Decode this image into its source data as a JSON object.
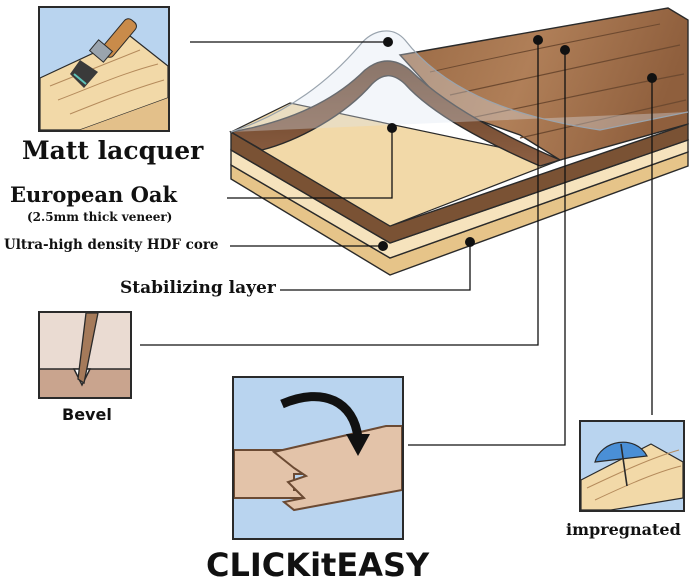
{
  "labels": {
    "matt_lacquer": "Matt lacquer",
    "european_oak": "European Oak",
    "veneer_note": "(2.5mm thick veneer)",
    "hdf_core": "Ultra-high density HDF core",
    "stabilizing": "Stabilizing layer",
    "bevel": "Bevel",
    "impregnated": "impregnated",
    "click": "CLICKitEASY"
  },
  "icons": [
    "paintbrush-icon",
    "bevel-icon",
    "click-lock-icon",
    "umbrella-icon"
  ],
  "colors": {
    "oak_dark": "#7a5234",
    "oak_mid": "#a97a55",
    "hdf": "#f2d9a8",
    "hdf_edge": "#e6c489",
    "thumb_bg": "#b9d4ef",
    "outline": "#2a2a2a"
  }
}
